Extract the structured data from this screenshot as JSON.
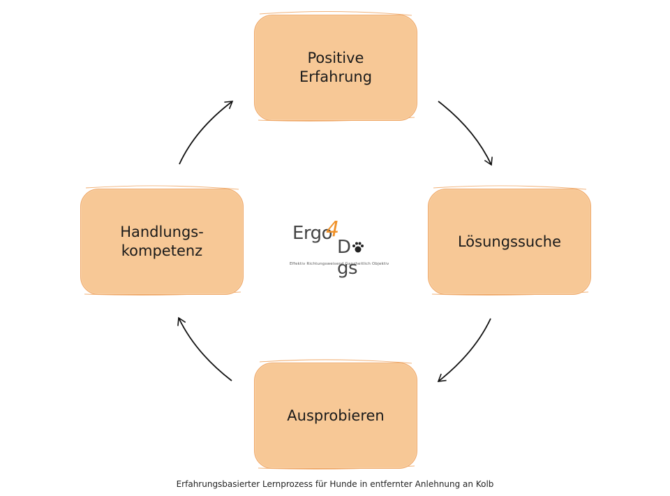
{
  "nodes": {
    "top": "Positive\nErfahrung",
    "right": "Lösungssuche",
    "bottom": "Ausprobieren",
    "left": "Handlungs-\nkompetenz"
  },
  "logo": {
    "part1": "Ergo",
    "part2": "4",
    "part3": "gs",
    "tagline": "Effektiv Richtungsweisend Ganzheitlich Objektiv"
  },
  "caption": "Erfahrungsbasierter Lernprozess für Hunde in entfernter Anlehnung an Kolb",
  "colors": {
    "node_fill": "#f7c896",
    "node_border": "#efa868",
    "accent": "#f0922a"
  }
}
